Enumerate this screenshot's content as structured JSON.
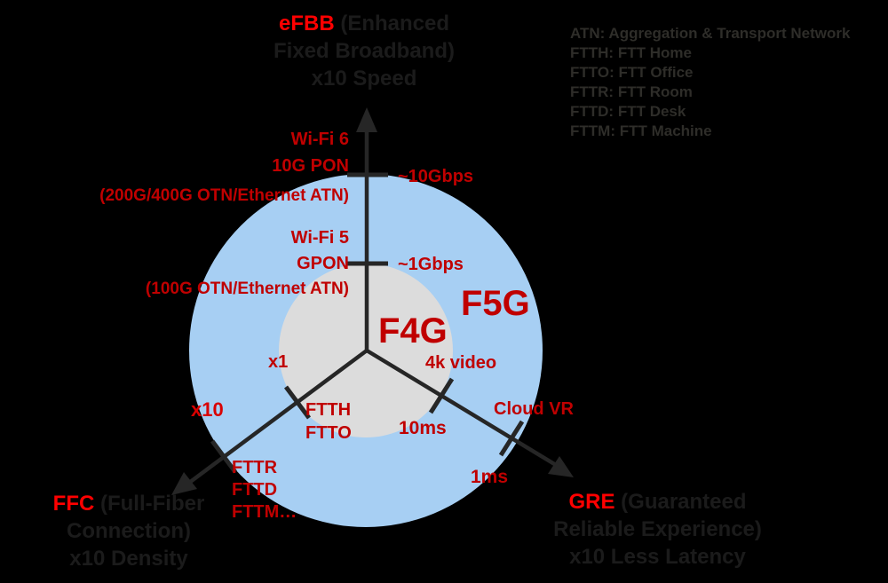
{
  "colors": {
    "background": "#000000",
    "f5g_ring": "#a7cff3",
    "f4g_ring": "#dcdcdc",
    "highlight_red": "#ff0000",
    "label_red": "#c00000",
    "axis_stroke": "#262626",
    "legend_text": "#2e2d29",
    "faint_text": "#1b1b1b"
  },
  "rings": {
    "inner": "F4G",
    "outer": "F5G"
  },
  "efbb": {
    "abbr": "eFBB",
    "rest": " (Enhanced",
    "line2": "Fixed Broadband)",
    "line3": "x10 Speed"
  },
  "ffc": {
    "abbr": "FFC",
    "rest": " (Full-Fiber",
    "line2": "Connection)",
    "line3": "x10 Density"
  },
  "gre": {
    "abbr": "GRE",
    "rest": " (Guaranteed",
    "line2": "Reliable Experience)",
    "line3": "x10 Less Latency"
  },
  "legend": [
    "ATN: Aggregation & Transport Network",
    "FTTH: FTT Home",
    "FTTO: FTT Office",
    "FTTR: FTT Room",
    "FTTD: FTT Desk",
    "FTTM: FTT Machine"
  ],
  "speed_axis": {
    "outer_tech_1": "Wi-Fi 6",
    "outer_tech_2": "10G PON",
    "outer_value": "~10Gbps",
    "outer_network": "(200G/400G OTN/Ethernet ATN)",
    "inner_tech_1": "Wi-Fi 5",
    "inner_tech_2": "GPON",
    "inner_value": "~1Gbps",
    "inner_network": "(100G OTN/Ethernet ATN)"
  },
  "density_axis": {
    "inner_value": "x1",
    "outer_value": "x10",
    "inner_fiber_1": "FTTH",
    "inner_fiber_2": "FTTO",
    "outer_fiber_1": "FTTR",
    "outer_fiber_2": "FTTD",
    "outer_fiber_3": "FTTM…"
  },
  "latency_axis": {
    "inner_app": "4k video",
    "inner_value": "10ms",
    "outer_app": "Cloud VR",
    "outer_value": "1ms"
  }
}
